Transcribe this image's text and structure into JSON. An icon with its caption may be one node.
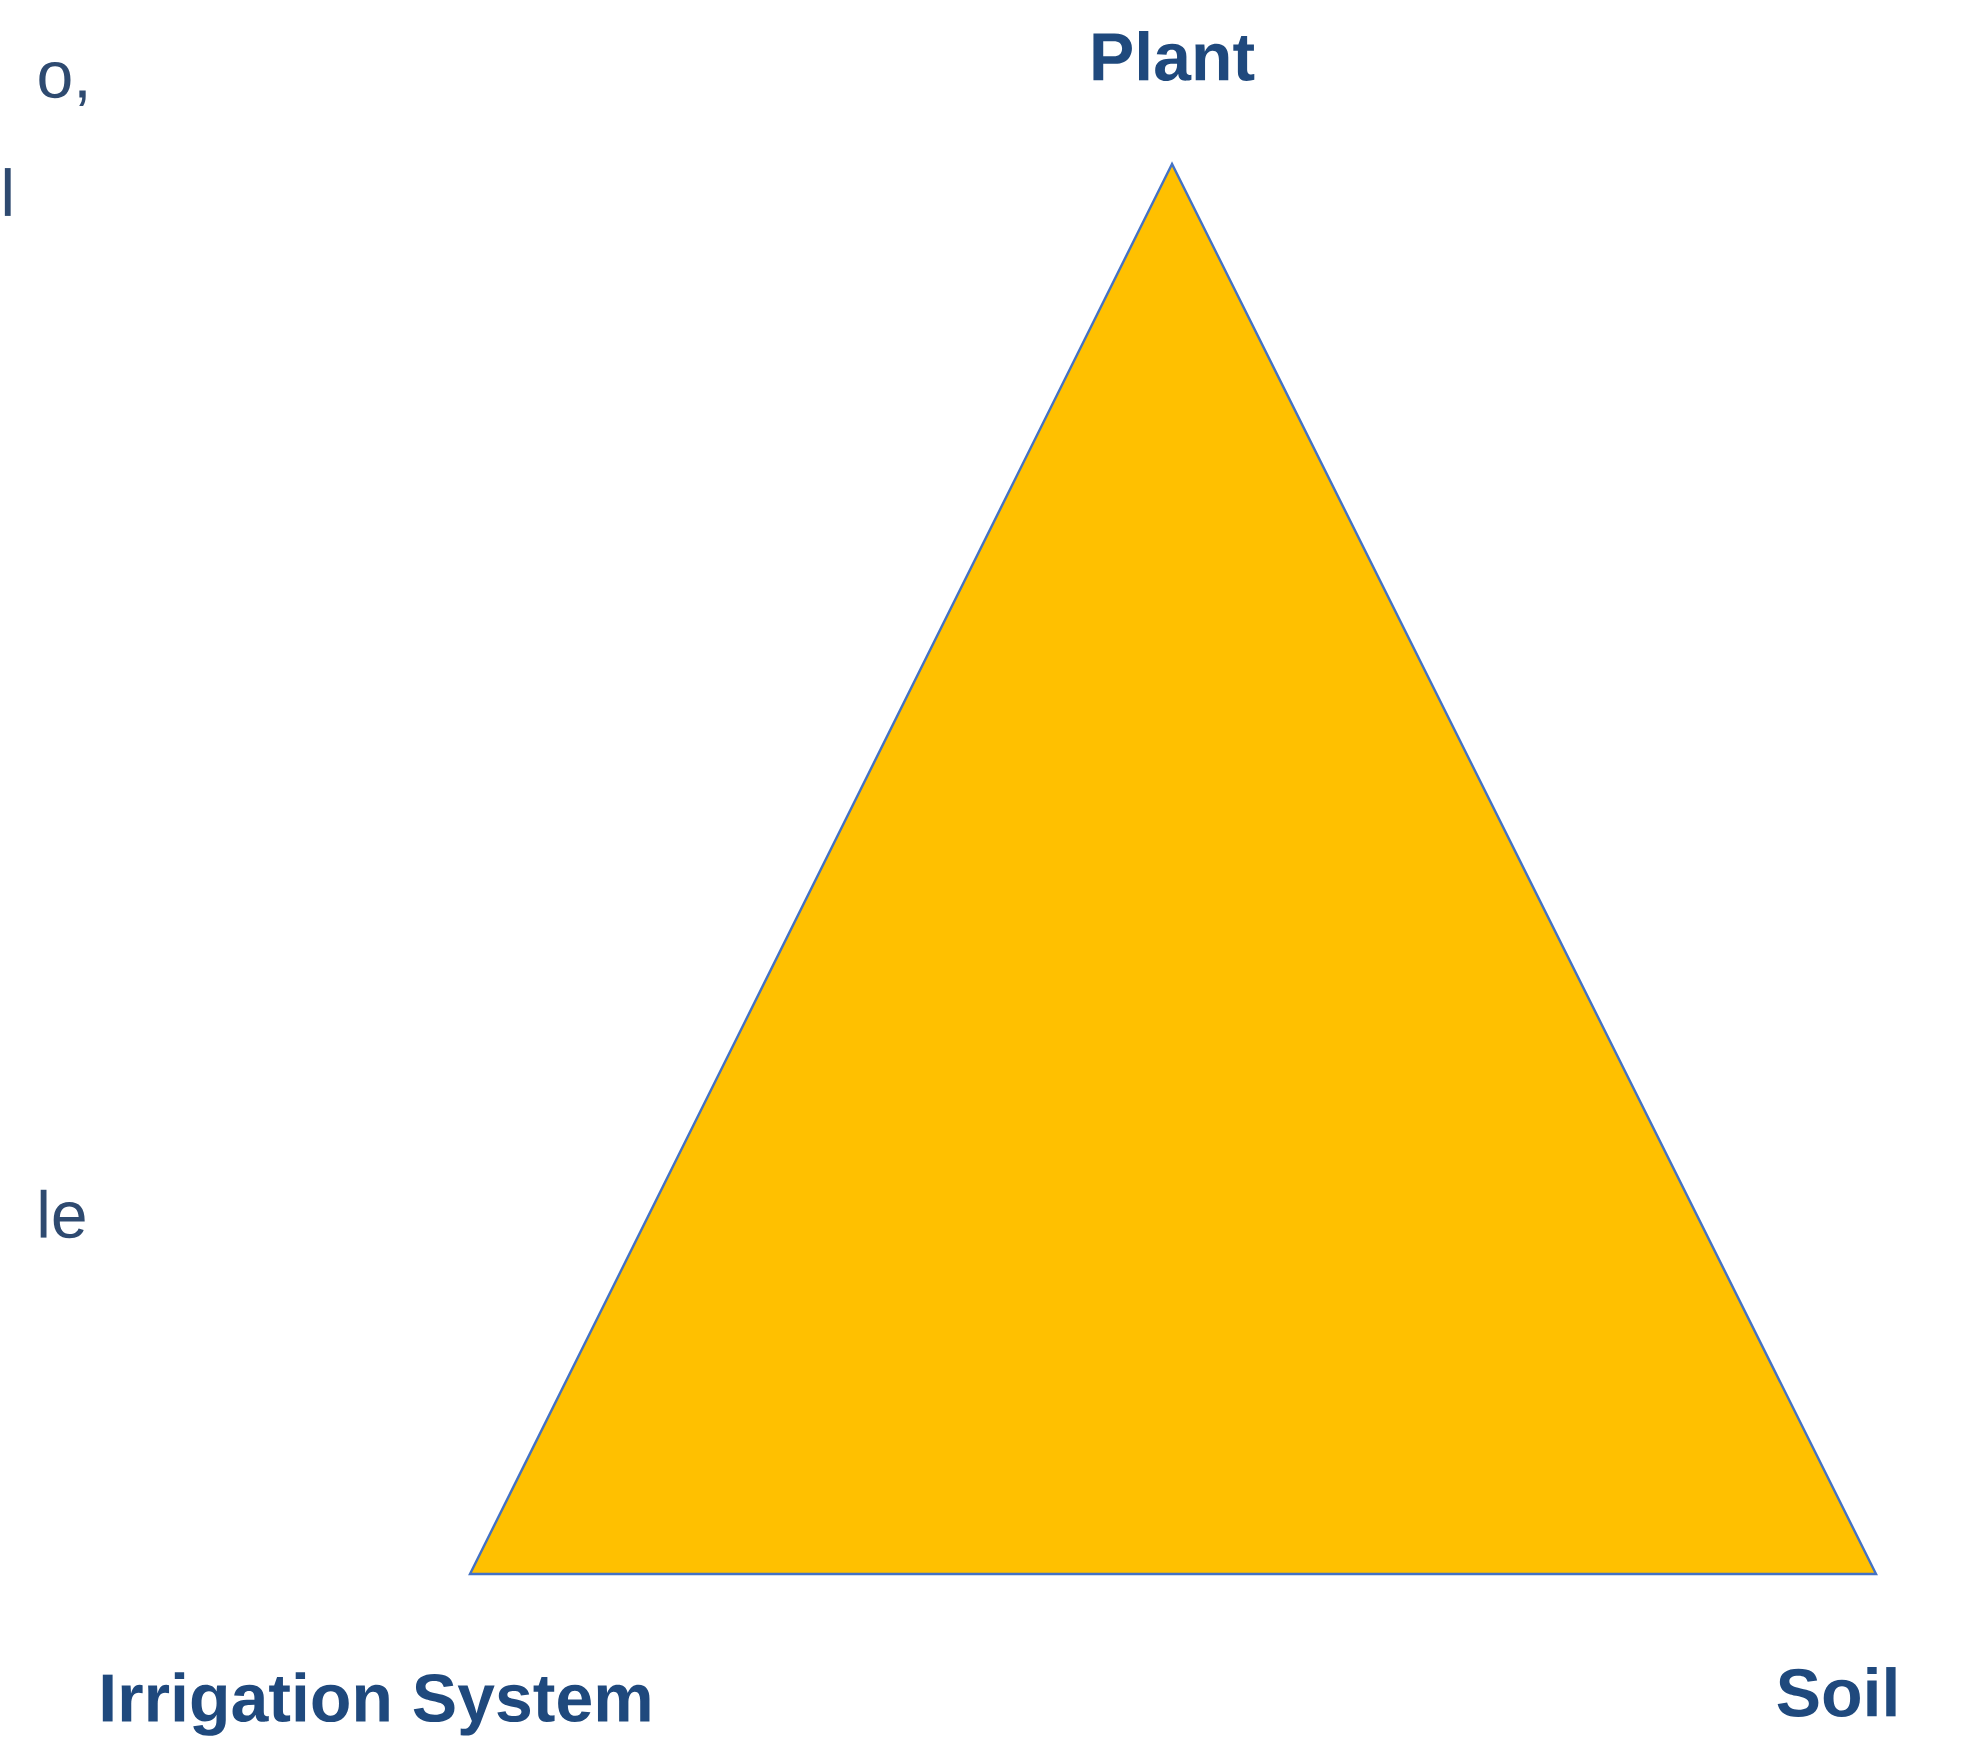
{
  "diagram": {
    "nodes": [
      {
        "text": [],
        "shape": "triangle"
      }
    ],
    "labels": [
      "o,",
      "l",
      "le",
      "Plant",
      "Irrigation System",
      "Soil"
    ]
  }
}
